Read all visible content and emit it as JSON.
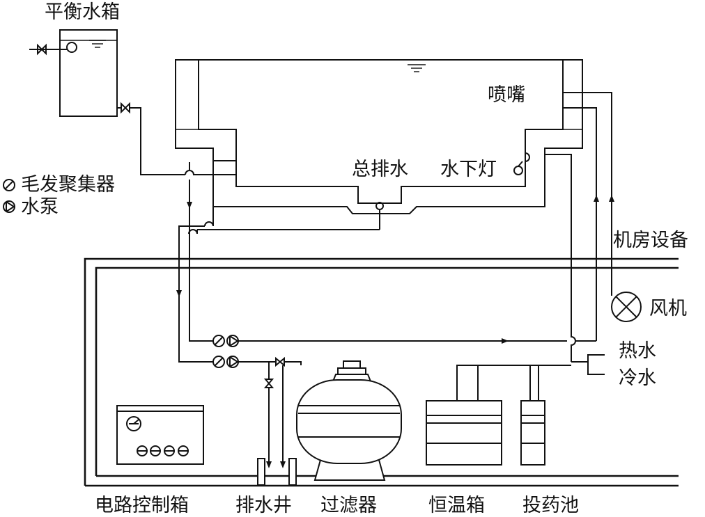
{
  "labels": {
    "balance_tank": "平衡水箱",
    "hair_collector_legend": "毛发聚集器",
    "pump_legend": "水泵",
    "nozzle": "喷嘴",
    "main_drain": "总排水",
    "underwater_light": "水下灯",
    "machine_room": "机房设备",
    "fan": "风机",
    "hot_water": "热水",
    "cold_water": "冷水",
    "control_box": "电路控制箱",
    "drain_well": "排水井",
    "filter": "过滤器",
    "heater": "恒温箱",
    "dosing": "投药池"
  }
}
